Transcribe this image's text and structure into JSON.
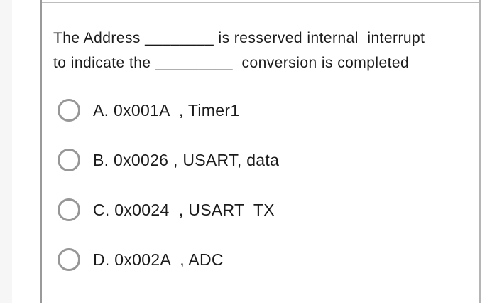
{
  "question": {
    "lines": [
      "The Address ________ is resserved internal  interrupt",
      "to indicate the _________  conversion is completed"
    ]
  },
  "options": [
    {
      "letter": "A",
      "label": "A. 0x001A  , Timer1",
      "selected": false
    },
    {
      "letter": "B",
      "label": "B. 0x0026 , USART, data",
      "selected": false
    },
    {
      "letter": "C",
      "label": "C. 0x0024  , USART  TX",
      "selected": false
    },
    {
      "letter": "D",
      "label": "D. 0x002A  , ADC",
      "selected": false
    }
  ],
  "colors": {
    "background": "#ffffff",
    "left-strip": "#f6f6f6",
    "card-left-border": "#9a9a9a",
    "card-right-border": "#b5b5b5",
    "card-top-border": "#bdbdbd",
    "text": "#1b1b1b",
    "radio-border": "#979797"
  }
}
